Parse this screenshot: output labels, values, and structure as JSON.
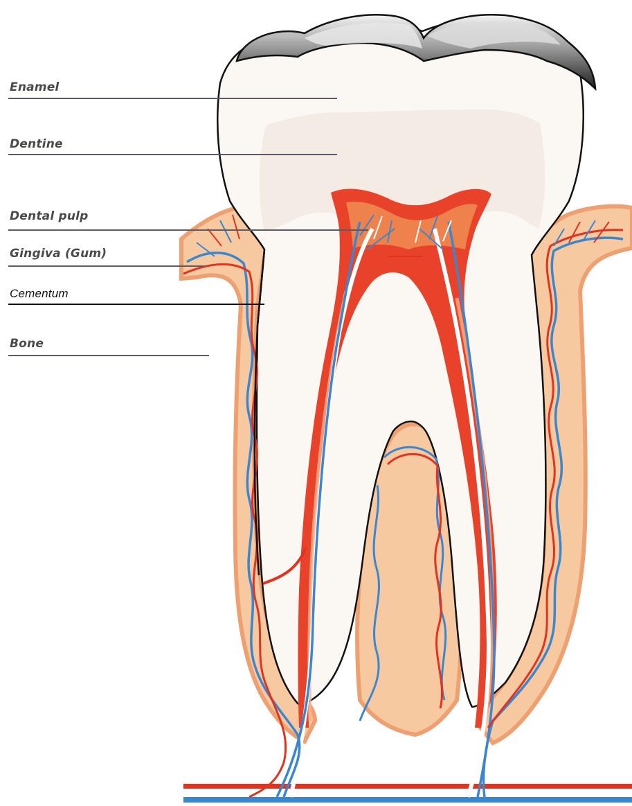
{
  "labels": {
    "enamel": "Enamel",
    "dentine": "Dentine",
    "dental_pulp": "Dental pulp",
    "gingiva": "Gingiva (Gum)",
    "cementum": "Cementum",
    "bone": "Bone"
  },
  "colors": {
    "enamel_cap_dark": "#2c2c2c",
    "enamel_cap_light": "#eeeeee",
    "dentine": "#f4ece4",
    "dentine_core": "#f8f1ea",
    "pulp_red": "#e8432a",
    "pulp_orange": "#f08a50",
    "gum_tissue": "#f7c9a0",
    "gum_border": "#eea070",
    "artery": "#e2331f",
    "vein": "#3a86cf",
    "nerve": "#ffffff",
    "leader_line": "#5a5a68"
  }
}
